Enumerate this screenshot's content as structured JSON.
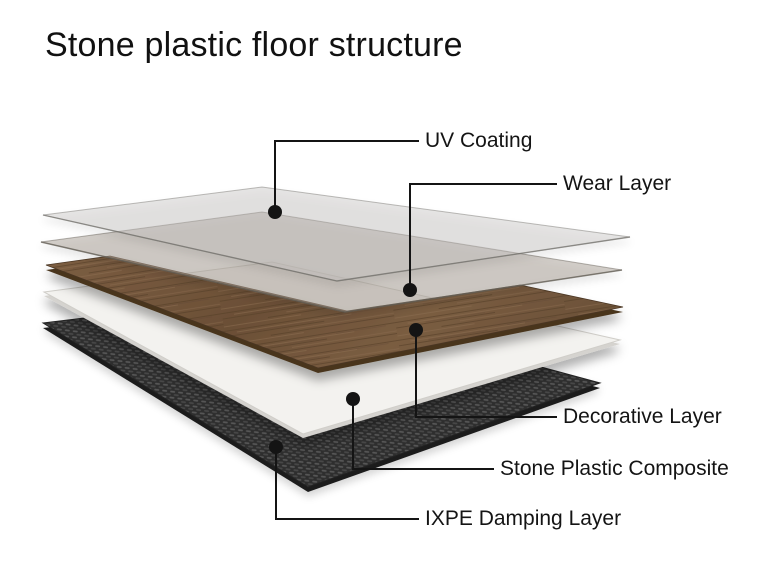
{
  "title": "Stone plastic floor structure",
  "diagram": {
    "type": "exploded-layer-stack",
    "subject": "stone-plastic-floor",
    "callout_color": "#141414",
    "layers": [
      {
        "name": "UV Coating",
        "style": "translucent-sheet",
        "fill": "rgba(196,194,190,0.42)",
        "edge": "rgba(110,108,104,0.55)"
      },
      {
        "name": "Wear Layer",
        "style": "translucent-sheet",
        "fill": "rgba(168,162,152,0.52)",
        "edge": "rgba(105,100,92,0.55)"
      },
      {
        "name": "Decorative Layer",
        "style": "wood-grain-slab",
        "fill": "#6f5338",
        "edge": "#4a3624"
      },
      {
        "name": "Stone Plastic Composite",
        "style": "solid-sheet",
        "fill": "#f3f2ef",
        "edge": "#cfcdc9"
      },
      {
        "name": "IXPE Damping Layer",
        "style": "woven-mesh-slab",
        "fill": "#303030",
        "edge": "#1d1d1d"
      }
    ]
  }
}
